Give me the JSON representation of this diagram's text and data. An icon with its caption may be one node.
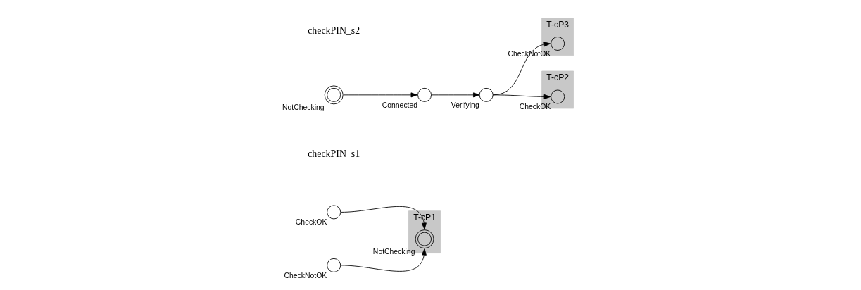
{
  "diagram": {
    "nodes": [
      {
        "text": [
          "T-cP1"
        ]
      },
      {
        "text": [],
        "shape": "doublecircle",
        "beside": [
          "NotChecking"
        ],
        "in": 0
      },
      {
        "text": [],
        "shape": "circle",
        "beside": [
          "CheckOK"
        ]
      },
      {
        "text": [],
        "shape": "circle",
        "beside": [
          "CheckNotOK"
        ]
      },
      {
        "text": [],
        "shape": "doublecircle",
        "beside": [
          "NotChecking"
        ]
      },
      {
        "text": [],
        "shape": "circle",
        "beside": [
          "Connected"
        ]
      },
      {
        "text": [],
        "shape": "circle",
        "beside": [
          "Verifying"
        ]
      },
      {
        "text": [
          "T-cP2"
        ]
      },
      {
        "text": [],
        "shape": "circle",
        "beside": [
          "CheckOK"
        ],
        "in": 7
      },
      {
        "text": [
          "T-cP3"
        ]
      },
      {
        "text": [],
        "shape": "circle",
        "beside": [
          "CheckNotOK"
        ],
        "in": 9
      }
    ],
    "edges": [
      {
        "from": 2,
        "to": 1,
        "arrow": "to"
      },
      {
        "from": 3,
        "to": 1,
        "arrow": "to"
      },
      {
        "from": 4,
        "to": 5,
        "arrow": "to"
      },
      {
        "from": 5,
        "to": 6,
        "arrow": "to"
      },
      {
        "from": 6,
        "to": 8,
        "arrow": "to"
      },
      {
        "from": 6,
        "to": 10,
        "arrow": "to"
      }
    ],
    "labels": [
      "checkPIN_s1",
      "checkPIN_s2"
    ]
  }
}
